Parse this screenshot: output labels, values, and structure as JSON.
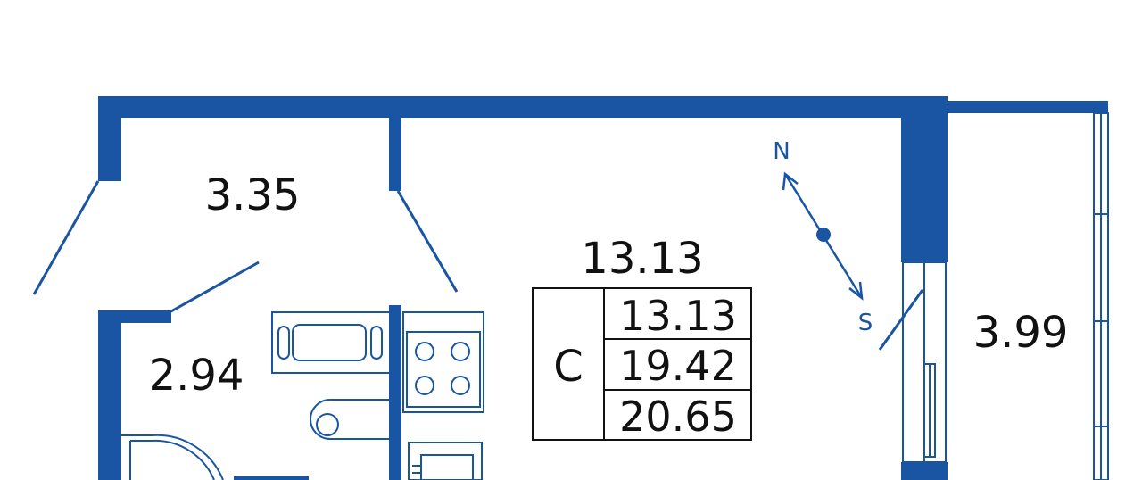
{
  "colors": {
    "wall": "#1a55a4",
    "text": "#111111",
    "background": "#ffffff"
  },
  "rooms": {
    "hallway_area": "3.35",
    "bathroom_area": "2.94",
    "main_room_area": "13.13",
    "balcony_area": "3.99"
  },
  "summary_table": {
    "type_label": "С",
    "living_area": "13.13",
    "total_area": "19.42",
    "total_with_balcony": "20.65"
  },
  "compass": {
    "north": "N",
    "south": "S"
  }
}
